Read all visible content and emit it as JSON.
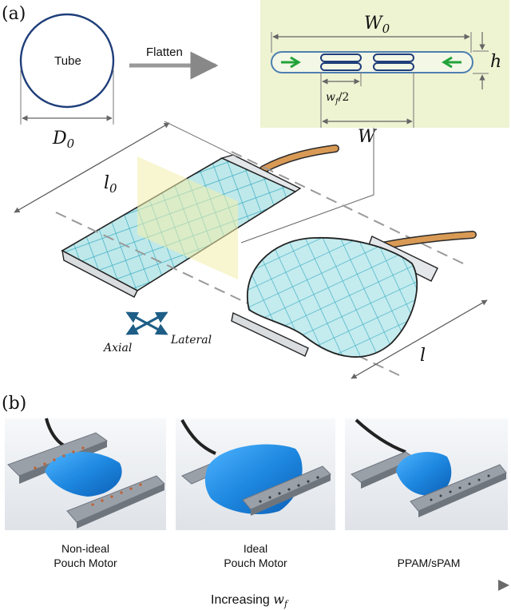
{
  "panel_a": {
    "label": "(a)",
    "tube_label": "Tube",
    "diameter_label": "D",
    "diameter_sub": "0",
    "flatten_label": "Flatten",
    "width0_label": "W",
    "width0_sub": "0",
    "height_label": "h",
    "wf_label": "w",
    "wf_sub": "f",
    "wf_suffix": "/2",
    "width_label": "W",
    "length0_label": "l",
    "length0_sub": "0",
    "length_label": "l",
    "axial_label": "Axial",
    "lateral_label": "Lateral"
  },
  "panel_b": {
    "label": "(b)",
    "photos": [
      {
        "caption_line1": "Non-ideal",
        "caption_line2": "Pouch Motor"
      },
      {
        "caption_line1": "Ideal",
        "caption_line2": "Pouch Motor"
      },
      {
        "caption_line1": "PPAM/sPAM",
        "caption_line2": ""
      }
    ],
    "arrow_label": "Increasing ",
    "arrow_var": "w",
    "arrow_sub": "f"
  },
  "colors": {
    "tube_stroke": "#1f3e7a",
    "highlight_bg": "#eef3d2",
    "pouch_fill": "#bfe8ea",
    "mesh_line": "#2aa9c0",
    "tubing": "#d99a55",
    "inflow_arrow": "#22a33a",
    "pouch_blue": "#1e90e6",
    "frame_gray": "#8c9097"
  }
}
